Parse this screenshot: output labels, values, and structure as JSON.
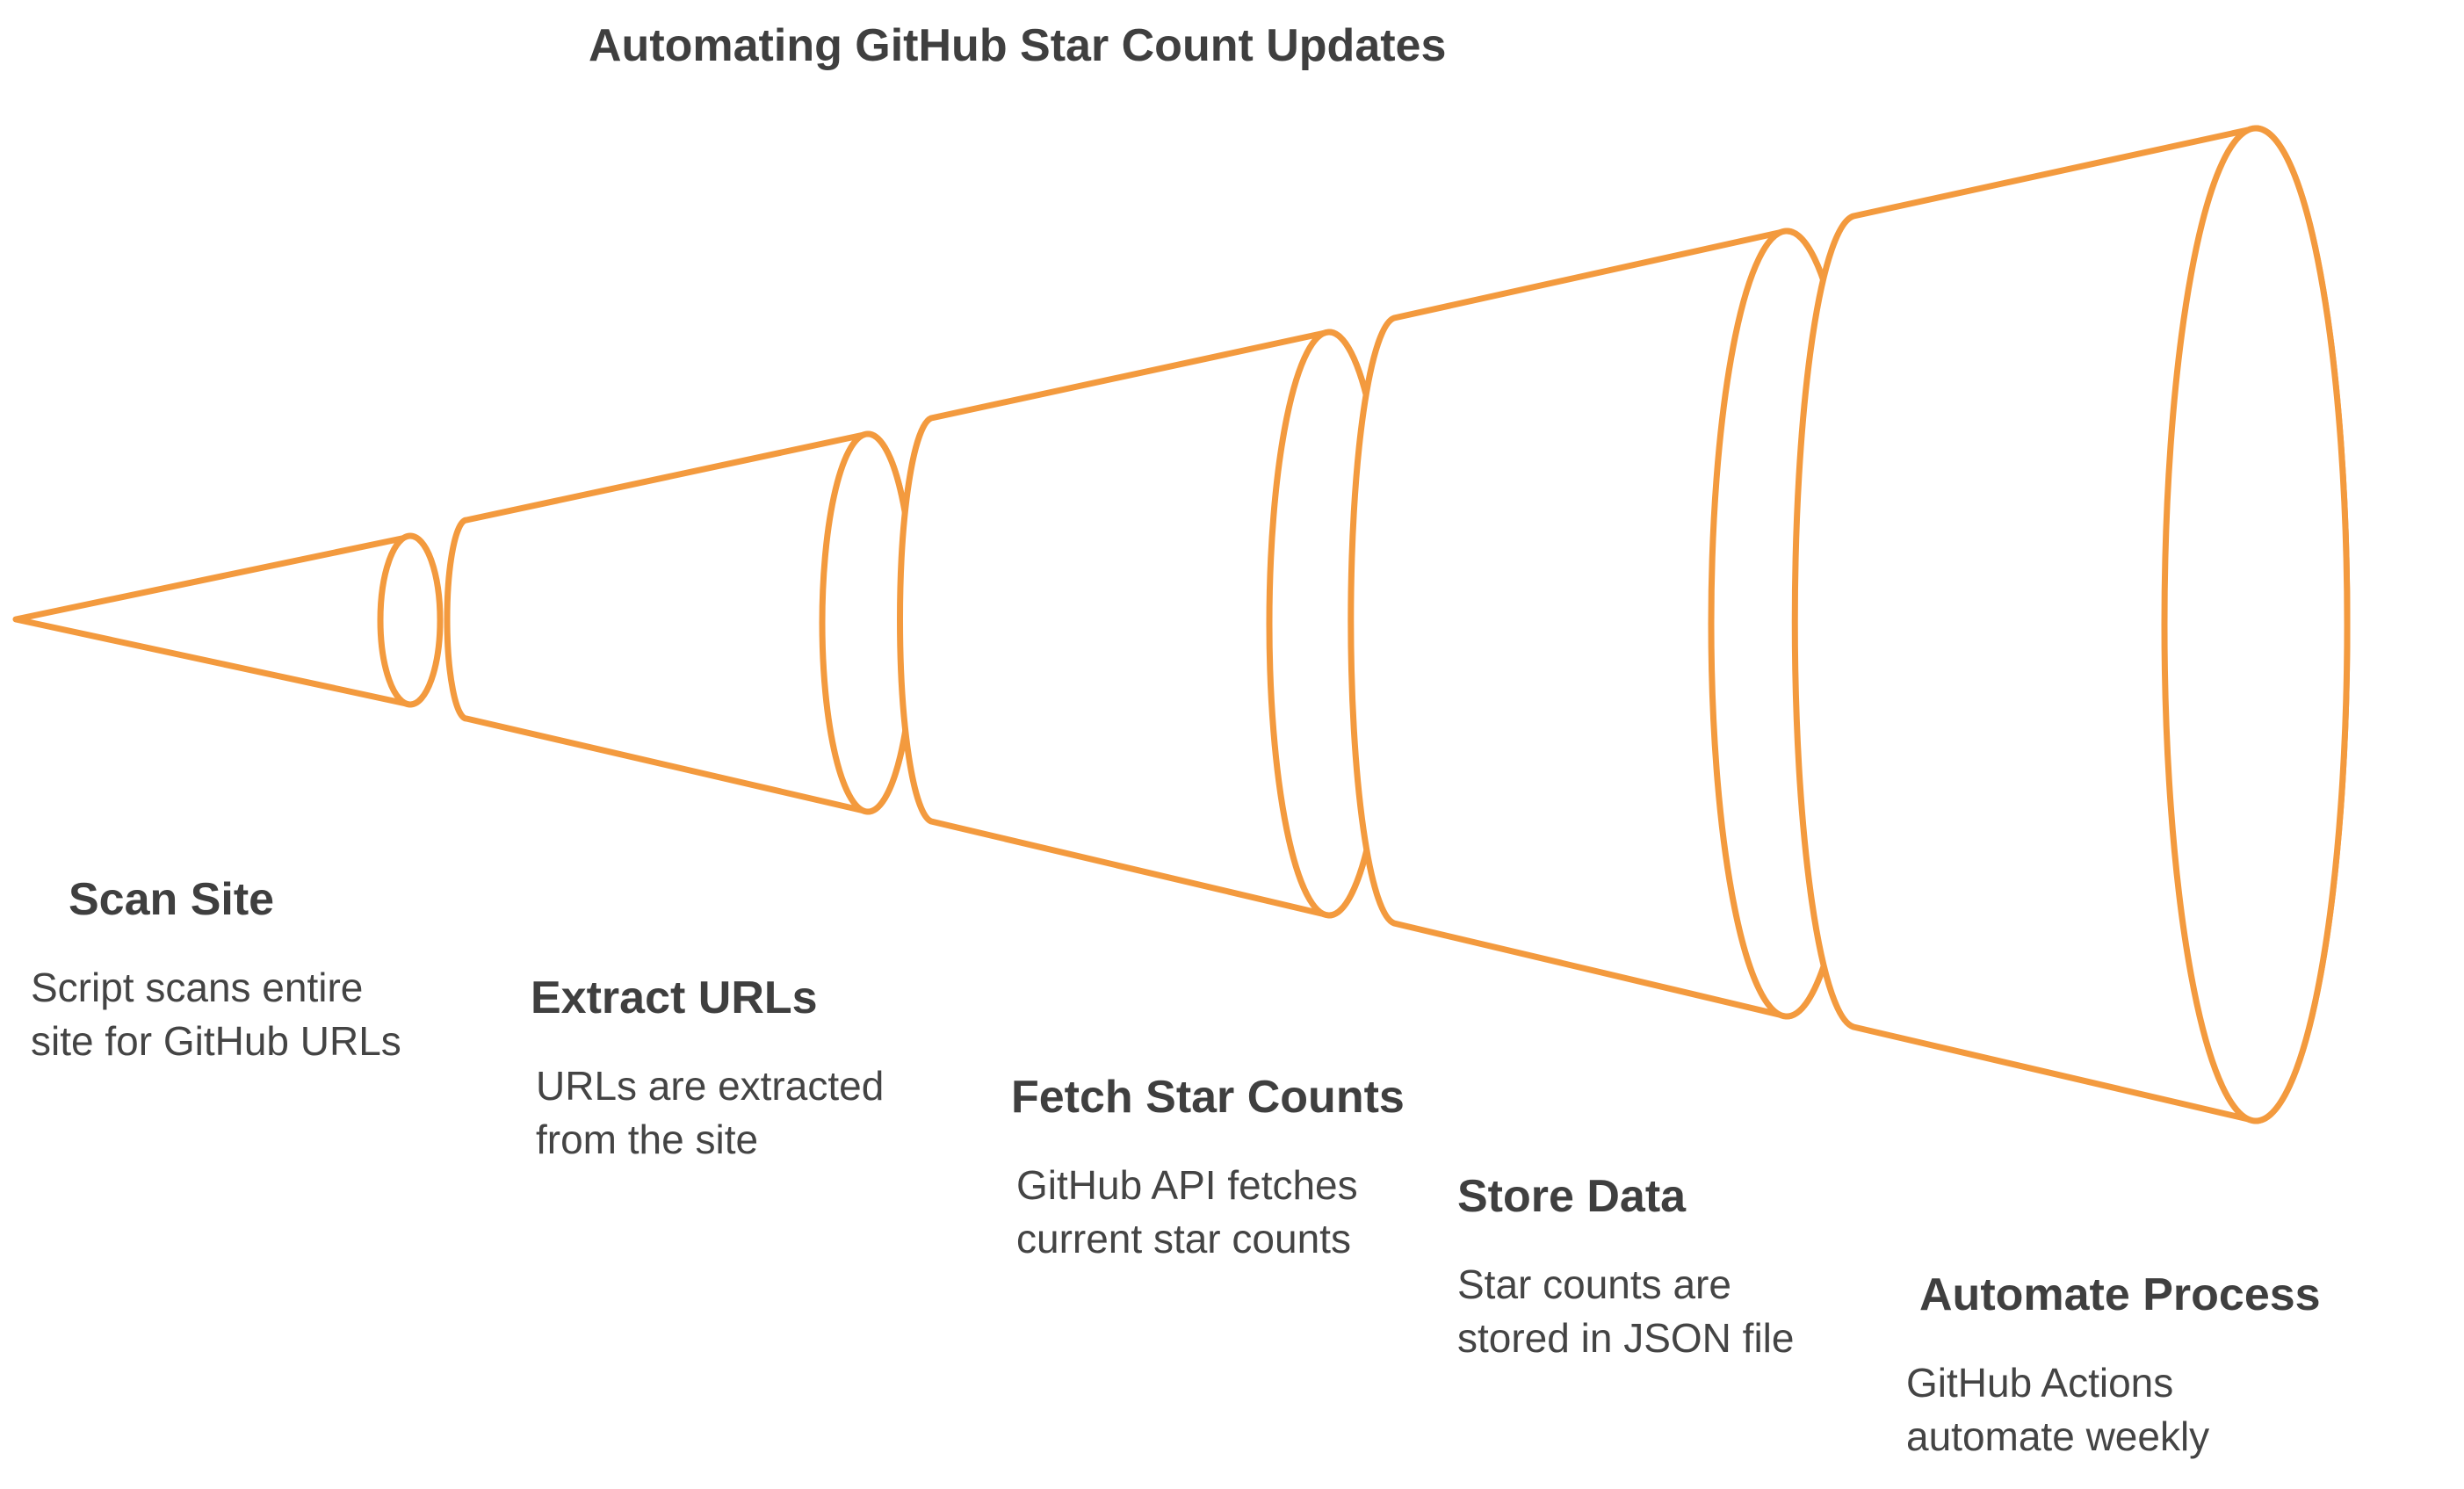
{
  "diagram": {
    "title": "Automating GitHub Star Count Updates",
    "accent_color": "#f39a3e",
    "stages": [
      {
        "label": "Scan Site",
        "desc_lines": [
          "Script scans entire",
          "site for GitHub URLs"
        ]
      },
      {
        "label": "Extract URLs",
        "desc_lines": [
          "URLs are extracted",
          "from the site"
        ]
      },
      {
        "label": "Fetch Star Counts",
        "desc_lines": [
          "GitHub API fetches",
          "current star counts"
        ]
      },
      {
        "label": "Store Data",
        "desc_lines": [
          "Star counts are",
          "stored in JSON file"
        ]
      },
      {
        "label": "Automate Process",
        "desc_lines": [
          "GitHub Actions",
          "automate weekly"
        ]
      }
    ]
  }
}
